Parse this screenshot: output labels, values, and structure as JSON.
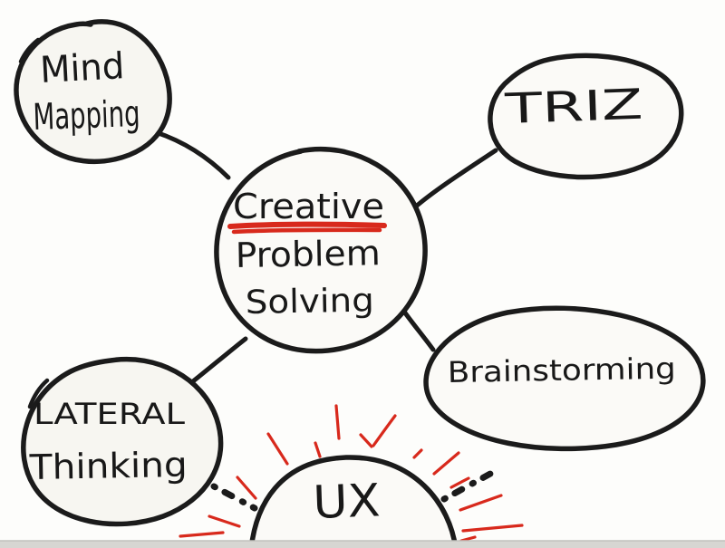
{
  "diagram": {
    "kind": "hand-drawn mind map sketch",
    "colors": {
      "paper": "#fdfdfb",
      "ink": "#1b1b1b",
      "accent_red": "#d8291c",
      "node_fill": "#fbfaf7",
      "paper_edge_gray": "#d7d6d2"
    },
    "center_node": {
      "line1": "Creative",
      "line2": "Problem",
      "line3": "Solving",
      "underlined_word": "Creative",
      "underline_color": "#d8291c"
    },
    "nodes": {
      "mind_mapping": {
        "line1": "Mind",
        "line2": "Mapping"
      },
      "triz": {
        "label": "TRIZ"
      },
      "brainstorming": {
        "label": "Brainstorming"
      },
      "lateral_thinking": {
        "line1": "LATERAL",
        "line2": "Thinking"
      },
      "ux": {
        "label": "UX",
        "style": "rising-sun dome with red rays"
      }
    },
    "edges": [
      {
        "from": "mind_mapping",
        "to": "center",
        "style": "solid"
      },
      {
        "from": "triz",
        "to": "center",
        "style": "solid"
      },
      {
        "from": "lateral_thinking",
        "to": "center",
        "style": "solid"
      },
      {
        "from": "brainstorming",
        "to": "center",
        "style": "solid"
      },
      {
        "from": "lateral_thinking",
        "to": "ux",
        "style": "dotted"
      },
      {
        "from": "ux",
        "to": "brainstorming",
        "style": "dotted"
      }
    ]
  }
}
